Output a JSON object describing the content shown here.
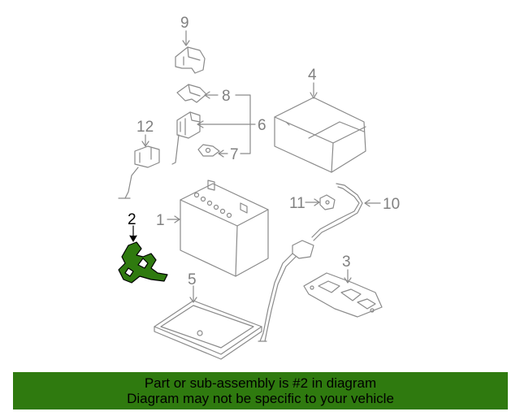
{
  "diagram": {
    "callouts": [
      {
        "id": "1",
        "label": "1"
      },
      {
        "id": "2",
        "label": "2"
      },
      {
        "id": "3",
        "label": "3"
      },
      {
        "id": "4",
        "label": "4"
      },
      {
        "id": "5",
        "label": "5"
      },
      {
        "id": "6",
        "label": "6"
      },
      {
        "id": "7",
        "label": "7"
      },
      {
        "id": "8",
        "label": "8"
      },
      {
        "id": "9",
        "label": "9"
      },
      {
        "id": "10",
        "label": "10"
      },
      {
        "id": "11",
        "label": "11"
      },
      {
        "id": "12",
        "label": "12"
      }
    ],
    "highlighted_part": "2",
    "colors": {
      "line": "#8a8a8a",
      "highlight_fill": "#2f7a0f",
      "highlight_outline": "#000000",
      "footer_background": "#2f7a0f"
    }
  },
  "footer": {
    "line1": "Part or sub-assembly is #2 in diagram",
    "line2": "Diagram may not be specific to your vehicle"
  }
}
